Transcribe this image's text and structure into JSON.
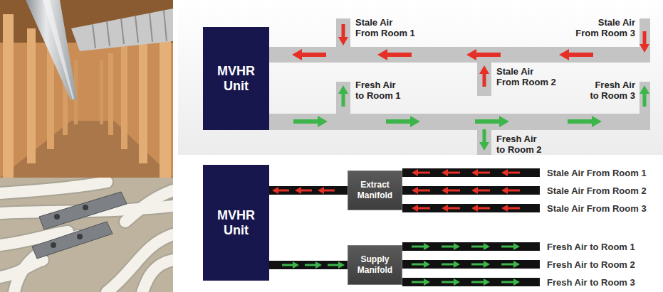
{
  "diagram": {
    "nodes": [
      {
        "text": [
          "MVHR Unit"
        ]
      },
      {
        "text": [
          "MVHR Unit"
        ]
      },
      {
        "text": [
          "Extract Manifold"
        ]
      },
      {
        "text": [
          "Supply Manifold"
        ]
      }
    ],
    "edges": [
      {
        "from": 2,
        "to": 1,
        "arrow": "to"
      },
      {
        "from": 1,
        "to": 3,
        "arrow": "to"
      }
    ],
    "labels": [
      "Stale Air From Room 1",
      "Stale Air From Room 3",
      "Stale Air From Room 2",
      "Fresh Air to Room 1",
      "Fresh Air to Room 3",
      "Fresh Air to Room 2",
      "Stale Air From Room 1",
      "Stale Air From Room 2",
      "Stale Air From Room 3",
      "Fresh Air to Room 1",
      "Fresh Air to Room 2",
      "Fresh Air to Room 3"
    ]
  }
}
